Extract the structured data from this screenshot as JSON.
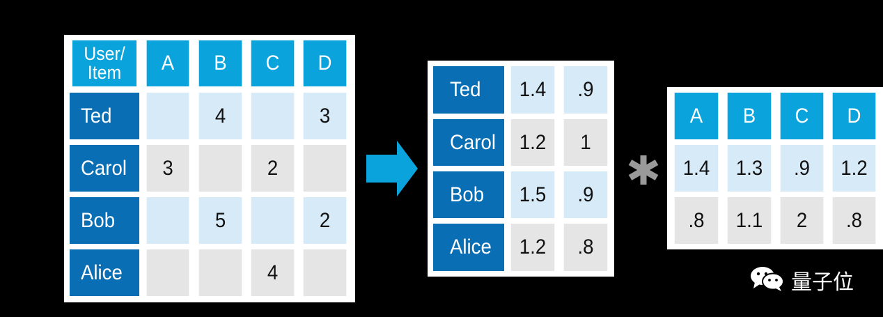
{
  "ratings": {
    "corner_label": "User/\nItem",
    "columns": [
      "A",
      "B",
      "C",
      "D"
    ],
    "rows": [
      {
        "user": "Ted",
        "values": [
          "",
          "4",
          "",
          "3"
        ]
      },
      {
        "user": "Carol",
        "values": [
          "3",
          "",
          "2",
          ""
        ]
      },
      {
        "user": "Bob",
        "values": [
          "",
          "5",
          "",
          "2"
        ]
      },
      {
        "user": "Alice",
        "values": [
          "",
          "",
          "4",
          ""
        ]
      }
    ]
  },
  "user_factors": {
    "rows": [
      {
        "user": "Ted",
        "values": [
          "1.4",
          ".9"
        ]
      },
      {
        "user": "Carol",
        "values": [
          "1.2",
          "1"
        ]
      },
      {
        "user": "Bob",
        "values": [
          "1.5",
          ".9"
        ]
      },
      {
        "user": "Alice",
        "values": [
          "1.2",
          ".8"
        ]
      }
    ]
  },
  "item_factors": {
    "columns": [
      "A",
      "B",
      "C",
      "D"
    ],
    "rows": [
      [
        "1.4",
        "1.3",
        ".9",
        "1.2"
      ],
      [
        ".8",
        "1.1",
        "2",
        ".8"
      ]
    ]
  },
  "watermark": "量子位",
  "colors": {
    "header": "#0aa3dc",
    "row_label": "#0a6eb4",
    "light_cell": "#d6eaf8",
    "grey_cell": "#e5e5e5",
    "arrow": "#0aa3dc",
    "asterisk": "#9a9a9a"
  }
}
